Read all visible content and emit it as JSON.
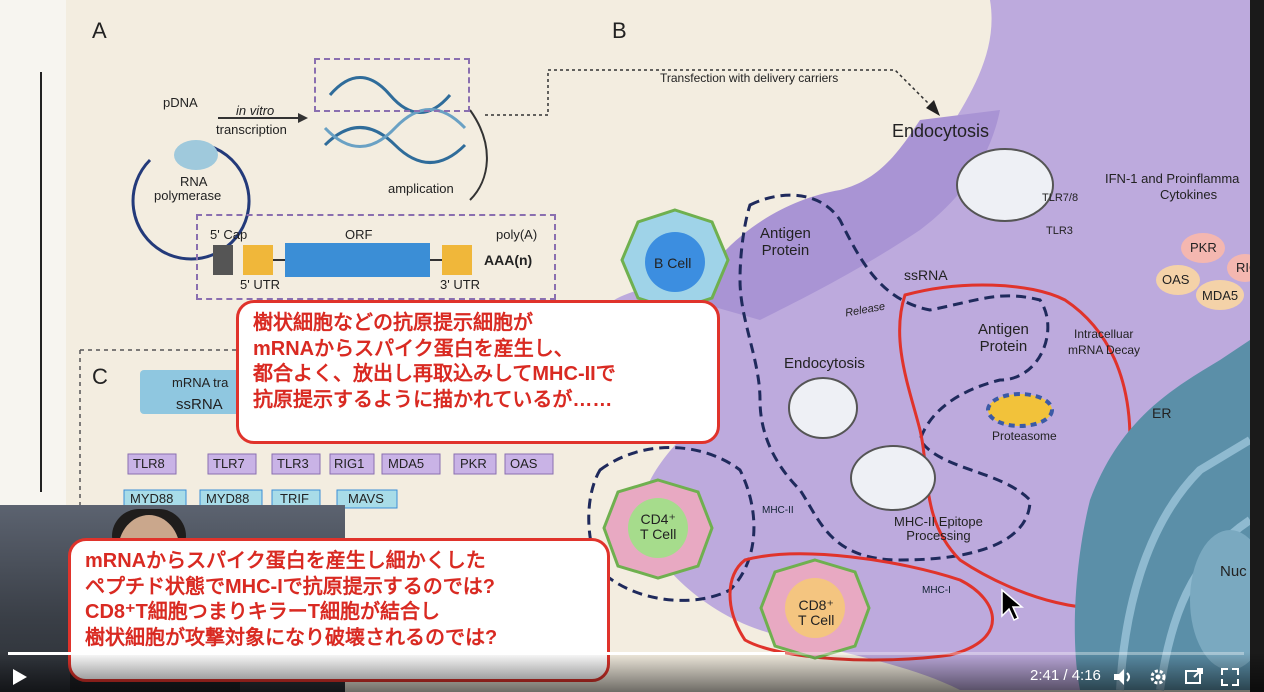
{
  "figure": {
    "panel_a_letter": "A",
    "panel_b_letter": "B",
    "panel_c_letter": "C",
    "pdna": "pDNA",
    "in_vitro": "in vitro",
    "transcription": "transcription",
    "rna": "RNA",
    "polymerase": "polymerase",
    "amplication": "amplication",
    "cap": "5' Cap",
    "orf": "ORF",
    "poly_a": "poly(A)",
    "aaa": "AAA(n)",
    "utr5": "5' UTR",
    "utr3": "3' UTR",
    "transfection": "Transfection with delivery carriers",
    "endocytosis_top": "Endocytosis",
    "ifn": "IFN-1 and Proinflamma",
    "cytokines": "Cytokines",
    "tlr78": "TLR7/8",
    "tlr3_b": "TLR3",
    "b_cell": "B Cell",
    "antigen_protein_1a": "Antigen",
    "antigen_protein_1b": "Protein",
    "ssrna_b": "ssRNA",
    "pkr_b": "PKR",
    "oas_b": "OAS",
    "mda5_b": "MDA5",
    "rig_b": "RIG",
    "release": "Release",
    "antigen_protein_2a": "Antigen",
    "antigen_protein_2b": "Protein",
    "intracell": "Intracelluar",
    "decay": "mRNA Decay",
    "endocytosis_mid": "Endocytosis",
    "proteasome": "Proteasome",
    "er": "ER",
    "cd4a": "CD4⁺",
    "cd4b": "T Cell",
    "mhc2": "MHC-II",
    "mhc2_epitope": "MHC-II Epitope",
    "processing": "Processing",
    "cd8a": "CD8⁺",
    "cd8b": "T Cell",
    "mhc1": "MHC-I",
    "nuc": "Nuc",
    "mrna_tr": "mRNA tra",
    "ssrna_c": "ssRNA",
    "receptors": [
      "TLR8",
      "TLR7",
      "TLR3",
      "RIG1",
      "MDA5",
      "PKR",
      "OAS"
    ],
    "adaptors": [
      "MYD88",
      "MYD88",
      "TRIF",
      "MAVS"
    ]
  },
  "callouts": {
    "top": [
      "樹状細胞などの抗原提示細胞が",
      "mRNAからスパイク蛋白を産生し、",
      "都合よく、放出し再取込みしてMHC-IIで",
      "抗原提示するように描かれているが……"
    ],
    "bottom": [
      "mRNAからスパイク蛋白を産生し細かくした",
      "ペプチド状態でMHC-Iで抗原提示するのでは?",
      "CD8⁺T細胞つまりキラーT細胞が結合し",
      "樹状細胞が攻撃対象になり破壊されるのでは?"
    ]
  },
  "player": {
    "time": "2:41 / 4:16",
    "progress": 0.629,
    "play_icon": "play-icon",
    "volume_icon": "volume-icon",
    "settings_icon": "gear-icon",
    "miniplayer_icon": "miniplayer-icon",
    "fullscreen_icon": "fullscreen-icon"
  },
  "colors": {
    "callout_border": "#e0332b",
    "callout_text": "#d92a22",
    "cell_purple": "#b9a6dc",
    "er_blue": "#5b8fa8"
  }
}
